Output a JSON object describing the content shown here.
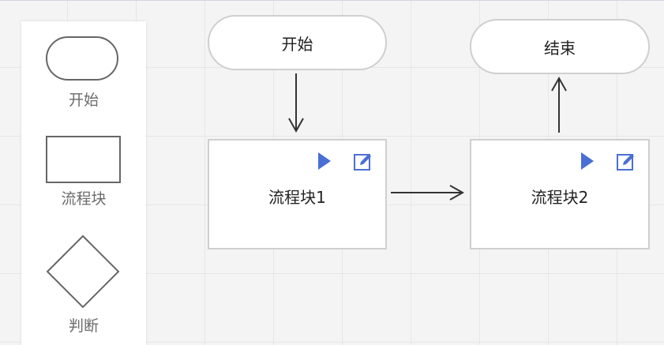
{
  "palette": {
    "items": [
      {
        "label": "开始",
        "shape": "terminal"
      },
      {
        "label": "流程块",
        "shape": "process"
      },
      {
        "label": "判断",
        "shape": "decision"
      }
    ]
  },
  "canvas": {
    "nodes": {
      "start": {
        "label": "开始"
      },
      "end": {
        "label": "结束"
      },
      "block1": {
        "label": "流程块1"
      },
      "block2": {
        "label": "流程块2"
      }
    },
    "edges": [
      {
        "from": "开始",
        "to": "流程块1"
      },
      {
        "from": "流程块1",
        "to": "流程块2"
      },
      {
        "from": "流程块2",
        "to": "结束"
      }
    ]
  },
  "colors": {
    "run_icon": "#4a6fd4",
    "edit_icon": "#4a6fd4",
    "node_border": "#cfcfcf",
    "edge": "#333333"
  },
  "icons": {
    "run": "play-icon",
    "edit": "edit-icon"
  }
}
